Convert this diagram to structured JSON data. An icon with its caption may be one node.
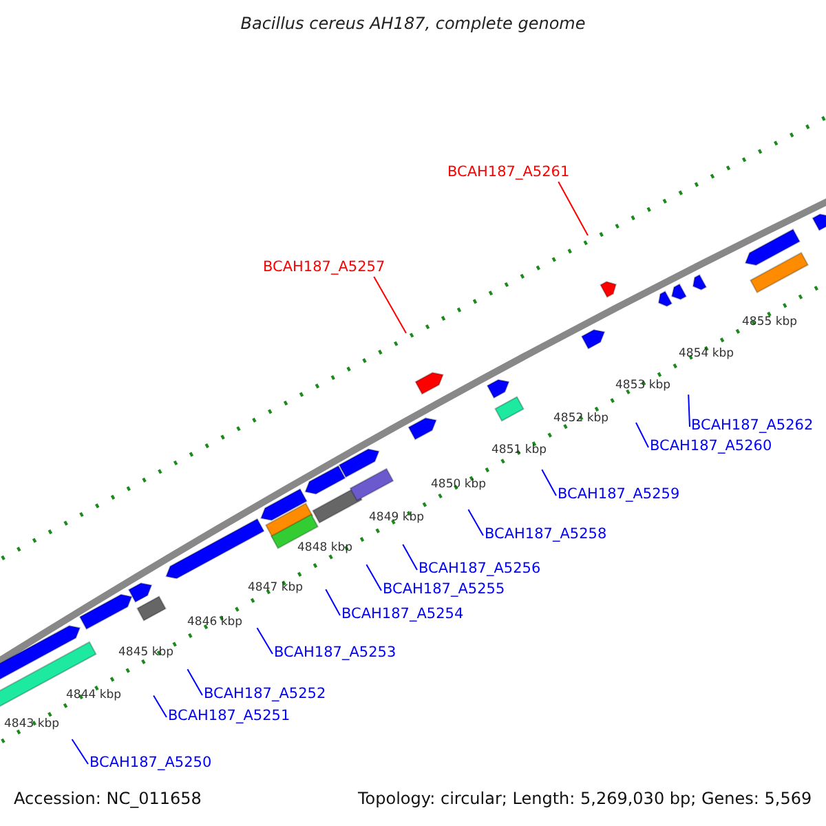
{
  "diagram": {
    "title": "Bacillus cereus AH187, complete genome",
    "nodes": [
      {
        "text": [
          "BCAH187_A5261"
        ]
      },
      {
        "text": [
          "BCAH187_A5257"
        ]
      },
      {
        "text": [
          "BCAH187_A5262"
        ]
      },
      {
        "text": [
          "BCAH187_A5260"
        ]
      },
      {
        "text": [
          "BCAH187_A5259"
        ]
      },
      {
        "text": [
          "BCAH187_A5258"
        ]
      },
      {
        "text": [
          "BCAH187_A5256"
        ]
      },
      {
        "text": [
          "BCAH187_A5255"
        ]
      },
      {
        "text": [
          "BCAH187_A5254"
        ]
      },
      {
        "text": [
          "BCAH187_A5253"
        ]
      },
      {
        "text": [
          "BCAH187_A5252"
        ]
      },
      {
        "text": [
          "BCAH187_A5251"
        ]
      },
      {
        "text": [
          "BCAH187_A5250"
        ]
      }
    ],
    "edges": [
      {
        "from": 0,
        "to": null,
        "arrow": "none",
        "color": "#ff0000"
      },
      {
        "from": 1,
        "to": null,
        "arrow": "none",
        "color": "#ff0000"
      },
      {
        "from": 2,
        "to": null,
        "arrow": "none"
      },
      {
        "from": 3,
        "to": null,
        "arrow": "none"
      },
      {
        "from": 4,
        "to": null,
        "arrow": "none"
      },
      {
        "from": 5,
        "to": null,
        "arrow": "none"
      },
      {
        "from": 6,
        "to": null,
        "arrow": "none"
      },
      {
        "from": 7,
        "to": null,
        "arrow": "none"
      },
      {
        "from": 8,
        "to": null,
        "arrow": "none"
      },
      {
        "from": 9,
        "to": null,
        "arrow": "none"
      },
      {
        "from": 10,
        "to": null,
        "arrow": "none"
      },
      {
        "from": 11,
        "to": null,
        "arrow": "none"
      },
      {
        "from": 12,
        "to": null,
        "arrow": "none"
      }
    ],
    "labels": [
      "4855 kbp",
      "4854 kbp",
      "4853 kbp",
      "4852 kbp",
      "4851 kbp",
      "4850 kbp",
      "4849 kbp",
      "4848 kbp",
      "4847 kbp",
      "4846 kbp",
      "4845 kbp",
      "4844 kbp",
      "4843 kbp",
      "Accession: NC_011658",
      "Topology: circular; Length: 5,269,030 bp; Genes: 5,569"
    ]
  }
}
